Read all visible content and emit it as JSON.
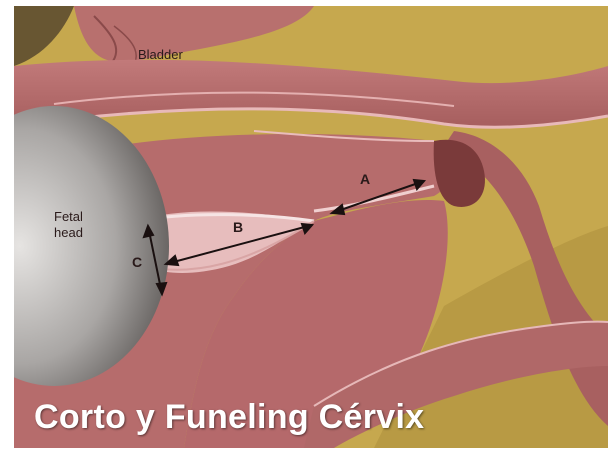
{
  "labels": {
    "bladder": "Bladder",
    "fetal_head_line1": "Fetal",
    "fetal_head_line2": "head",
    "a": "A",
    "b": "B",
    "c": "C"
  },
  "caption": "Corto  y Funeling Cérvix",
  "colors": {
    "background_tissue": "#c9a94f",
    "uterine_wall": "#b86e6e",
    "membrane": "#e8c2c2",
    "fetal_head": "#b9b6b4",
    "arrow": "#1a1010",
    "caption_text": "#ffffff"
  }
}
